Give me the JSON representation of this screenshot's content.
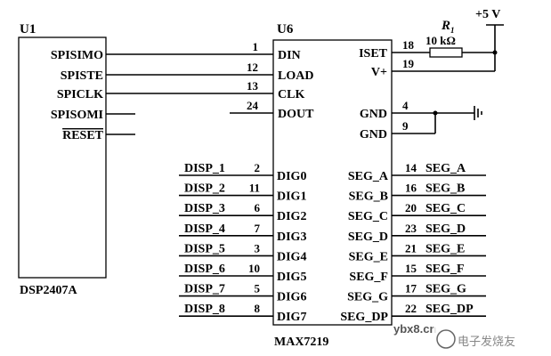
{
  "u1": {
    "ref": "U1",
    "part": "DSP2407A",
    "pins": [
      "SPISIMO",
      "SPISTE",
      "SPICLK",
      "SPISOMI",
      "RESET"
    ]
  },
  "u6": {
    "ref": "U6",
    "part": "MAX7219",
    "left_pins": [
      {
        "num": "1",
        "name": "DIN"
      },
      {
        "num": "12",
        "name": "LOAD"
      },
      {
        "num": "13",
        "name": "CLK"
      },
      {
        "num": "24",
        "name": "DOUT"
      }
    ],
    "right_pins": [
      {
        "num": "18",
        "name": "ISET"
      },
      {
        "num": "19",
        "name": "V+"
      },
      {
        "num": "4",
        "name": "GND"
      },
      {
        "num": "9",
        "name": "GND"
      }
    ],
    "digits": [
      {
        "net": "DISP_1",
        "num": "2",
        "name": "DIG0"
      },
      {
        "net": "DISP_2",
        "num": "11",
        "name": "DIG1"
      },
      {
        "net": "DISP_3",
        "num": "6",
        "name": "DIG2"
      },
      {
        "net": "DISP_4",
        "num": "7",
        "name": "DIG3"
      },
      {
        "net": "DISP_5",
        "num": "3",
        "name": "DIG4"
      },
      {
        "net": "DISP_6",
        "num": "10",
        "name": "DIG5"
      },
      {
        "net": "DISP_7",
        "num": "5",
        "name": "DIG6"
      },
      {
        "net": "DISP_8",
        "num": "8",
        "name": "DIG7"
      }
    ],
    "segments": [
      {
        "name": "SEG_A",
        "num": "14",
        "net": "SEG_A"
      },
      {
        "name": "SEG_B",
        "num": "16",
        "net": "SEG_B"
      },
      {
        "name": "SEG_C",
        "num": "20",
        "net": "SEG_C"
      },
      {
        "name": "SEG_D",
        "num": "23",
        "net": "SEG_D"
      },
      {
        "name": "SEG_E",
        "num": "21",
        "net": "SEG_E"
      },
      {
        "name": "SEG_F",
        "num": "15",
        "net": "SEG_F"
      },
      {
        "name": "SEG_G",
        "num": "17",
        "net": "SEG_G"
      },
      {
        "name": "SEG_DP",
        "num": "22",
        "net": "SEG_DP"
      }
    ]
  },
  "resistor": {
    "ref": "R",
    "ref_sub": "1",
    "value": "10 kΩ"
  },
  "power": {
    "label": "+5 V"
  },
  "watermark": {
    "site": "ybx8.cn",
    "logo_text": "电子发烧友"
  }
}
